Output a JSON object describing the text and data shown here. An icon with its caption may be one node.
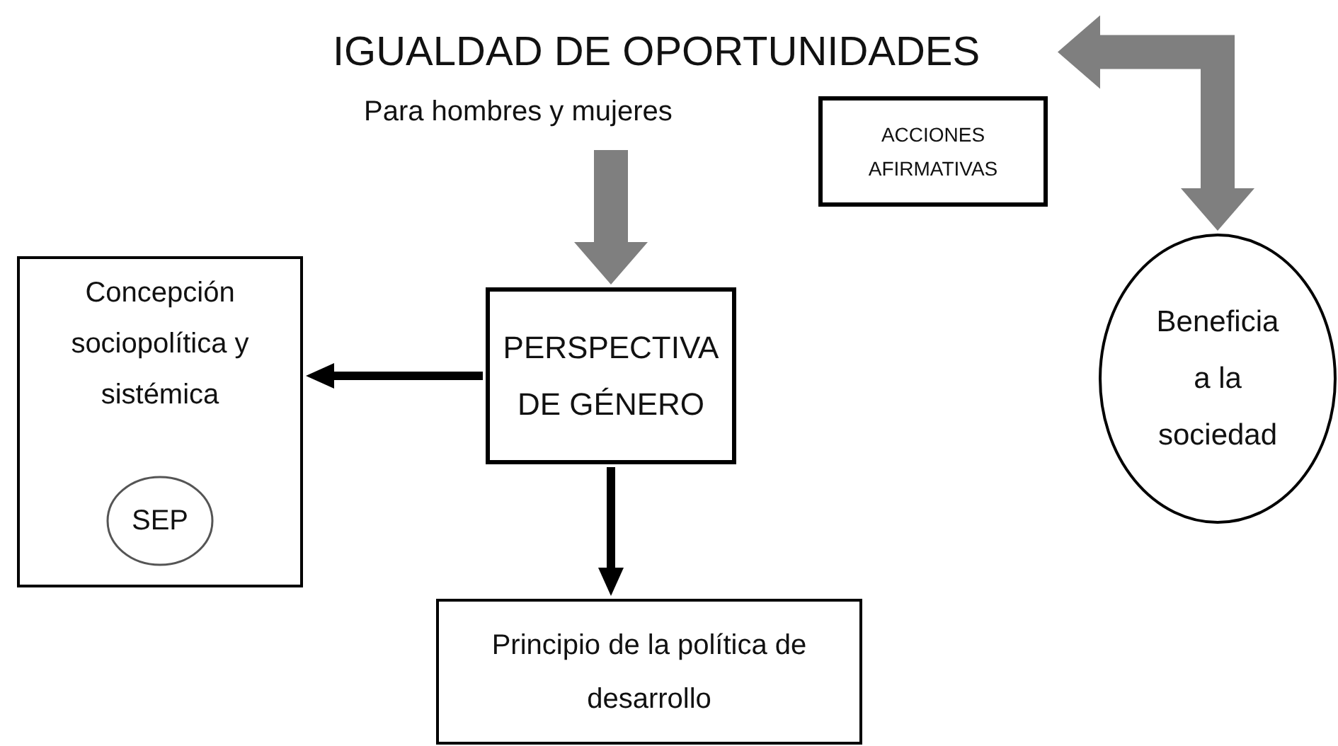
{
  "diagram": {
    "nodes": [
      {
        "text": [
          "IGUALDAD DE OPORTUNIDADES",
          "Para hombres y mujeres"
        ]
      },
      {
        "text": [
          "ACCIONES AFIRMATIVAS"
        ]
      },
      {
        "text": [
          "Concepción sociopolítica y sistémica"
        ]
      },
      {
        "text": [
          "SEP"
        ],
        "in": 2
      },
      {
        "text": [
          "PERSPECTIVA DE GÉNERO"
        ]
      },
      {
        "text": [
          "Beneficia a la sociedad"
        ]
      },
      {
        "text": [
          "Principio de la política de desarrollo"
        ]
      }
    ],
    "edges": [
      {
        "from": 0,
        "to": 4,
        "arrow": "to",
        "style": "thick",
        "color": "#7f7f7f"
      },
      {
        "from": 0,
        "to": 5,
        "arrow": "both",
        "style": "thick",
        "color": "#7f7f7f"
      },
      {
        "from": 4,
        "to": 2,
        "arrow": "to",
        "color": "#000000"
      },
      {
        "from": 4,
        "to": 6,
        "arrow": "to",
        "color": "#000000"
      }
    ]
  }
}
